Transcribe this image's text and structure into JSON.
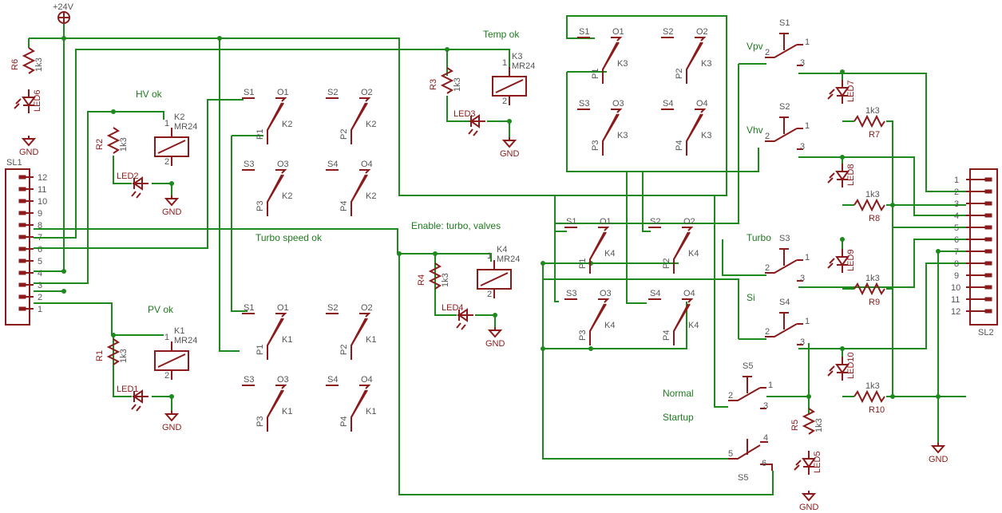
{
  "labels": {
    "power": "+24V",
    "temp_ok": "Temp ok",
    "hv_ok": "HV ok",
    "turbo_speed_ok": "Turbo speed ok",
    "enable": "Enable: turbo, valves",
    "pv_ok": "PV ok",
    "vpv": "Vpv",
    "vhv": "Vhv",
    "turbo": "Turbo",
    "si": "Si",
    "normal": "Normal",
    "startup": "Startup",
    "sl1": "SL1",
    "sl2": "SL2",
    "gnd": "GND"
  },
  "connector_pins": [
    "12",
    "11",
    "10",
    "9",
    "8",
    "7",
    "6",
    "5",
    "4",
    "3",
    "2",
    "1"
  ],
  "connector_pins_sl2": [
    "1",
    "2",
    "3",
    "4",
    "5",
    "6",
    "7",
    "8",
    "9",
    "10",
    "11",
    "12"
  ],
  "resistors": [
    {
      "name": "R6",
      "value": "1k3"
    },
    {
      "name": "R2",
      "value": "1k3"
    },
    {
      "name": "R3",
      "value": "1k3"
    },
    {
      "name": "R4",
      "value": "1k3"
    },
    {
      "name": "R1",
      "value": "1k3"
    },
    {
      "name": "R5",
      "value": "1k3"
    },
    {
      "name": "R7",
      "value": "1k3"
    },
    {
      "name": "R8",
      "value": "1k3"
    },
    {
      "name": "R9",
      "value": "1k3"
    },
    {
      "name": "R10",
      "value": "1k3"
    }
  ],
  "leds": [
    "LED6",
    "LED2",
    "LED3",
    "LED4",
    "LED1",
    "LED5",
    "LED7",
    "LED8",
    "LED9",
    "LED10"
  ],
  "relays": [
    {
      "name": "K3",
      "type": "MR24"
    },
    {
      "name": "K2",
      "type": "MR24"
    },
    {
      "name": "K4",
      "type": "MR24"
    },
    {
      "name": "K1",
      "type": "MR24"
    }
  ],
  "contact_labels": {
    "s": [
      "S1",
      "S2",
      "S3",
      "S4"
    ],
    "o": [
      "O1",
      "O2",
      "O3",
      "O4"
    ],
    "p": [
      "P1",
      "P2",
      "P3",
      "P4"
    ]
  },
  "switches": [
    "S1",
    "S2",
    "S3",
    "S4",
    "S5",
    "S5"
  ]
}
